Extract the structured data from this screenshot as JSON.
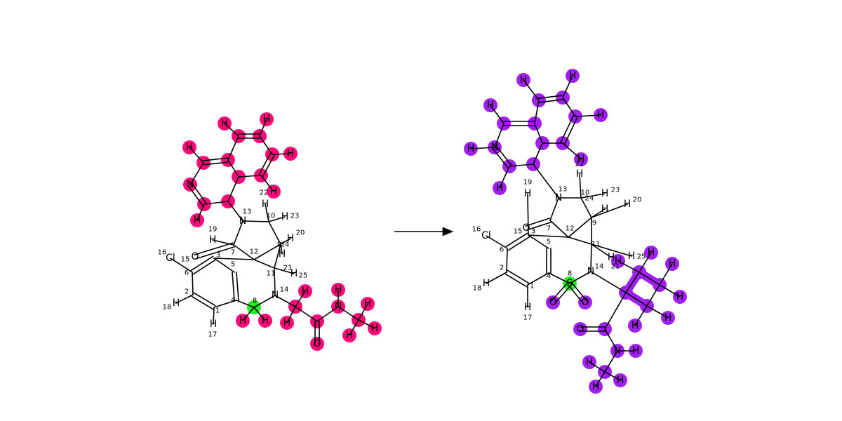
{
  "colors": {
    "reactant_highlight": "#ff0a78",
    "product_highlight": "#a020f0",
    "center": "#22ee22"
  },
  "symbols": {
    "H": "H",
    "N": "N",
    "O": "O",
    "Cl": "Cl",
    "S": "S"
  },
  "map_numbers": [
    "1",
    "2",
    "3",
    "4",
    "5",
    "6",
    "7",
    "8",
    "9",
    "10",
    "11",
    "12",
    "13",
    "14",
    "15",
    "16",
    "17",
    "18",
    "19",
    "20",
    "21",
    "22",
    "23",
    "24",
    "25"
  ]
}
